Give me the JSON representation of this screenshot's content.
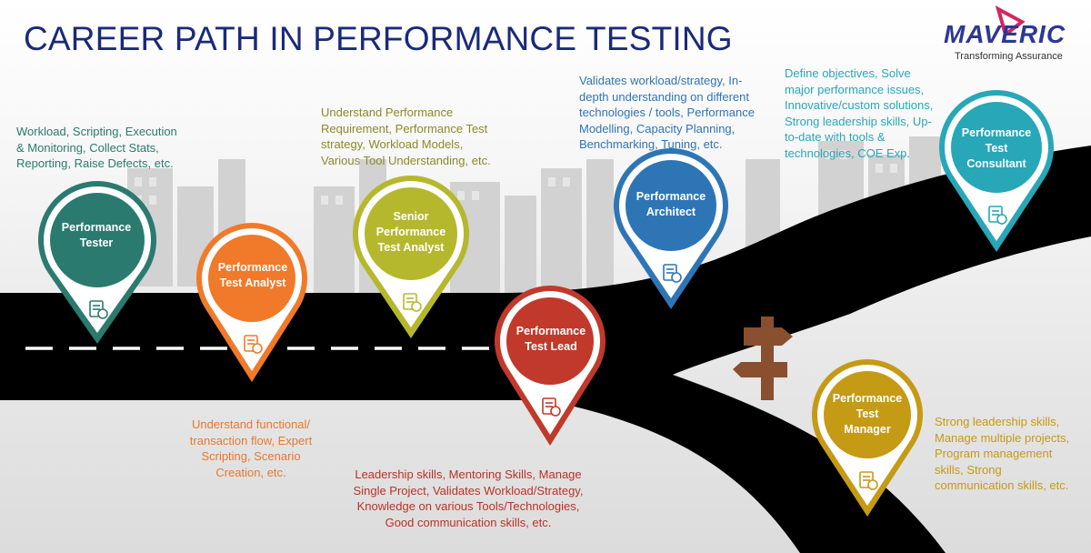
{
  "title": "CAREER PATH IN PERFORMANCE TESTING",
  "logo": {
    "name": "MAVERIC",
    "tagline": "Transforming Assurance",
    "color": "#2c3892",
    "accent": "#d6245f"
  },
  "stages": [
    {
      "role": "Performance\nTester",
      "color": "#2b7a6f",
      "icon": "clipboard-clock-icon",
      "description": "Workload, Scripting, Execution\n& Monitoring, Collect Stats,\nReporting, Raise Defects, etc."
    },
    {
      "role": "Performance\nTest Analyst",
      "color": "#f07a2a",
      "icon": "gears-magnifier-icon",
      "description": "Understand functional/\ntransaction flow, Expert\nScripting, Scenario\nCreation, etc."
    },
    {
      "role": "Senior\nPerformance\nTest Analyst",
      "color": "#b5b82c",
      "icon": "document-search-icon",
      "description": "Understand Performance\nRequirement, Performance Test\nstrategy, Workload Models,\nVarious Tool Understanding, etc."
    },
    {
      "role": "Performance\nTest Lead",
      "color": "#c0392b",
      "icon": "team-icon",
      "description": "Leadership skills, Mentoring Skills, Manage\nSingle Project, Validates Workload/Strategy,\nKnowledge on various Tools/Technologies,\nGood communication skills, etc."
    },
    {
      "role": "Performance\nArchitect",
      "color": "#2e75b6",
      "icon": "lightbulb-tools-icon",
      "description": "Validates workload/strategy, In-\ndepth understanding on different\ntechnologies / tools, Performance\nModelling, Capacity Planning,\nBenchmarking, Tuning, etc."
    },
    {
      "role": "Performance\nTest\nConsultant",
      "color": "#27a7b8",
      "icon": "person-idea-icon",
      "description": "Define objectives, Solve\nmajor performance issues,\nInnovative/custom solutions,\nStrong leadership skills, Up-\nto-date with tools  &\ntechnologies, COE Exp."
    },
    {
      "role": "Performance\nTest\nManager",
      "color": "#c59a14",
      "icon": "org-chart-icon",
      "description": "Strong leadership skills,\nManage multiple projects,\nProgram management\nskills, Strong\ncommunication skills, etc."
    }
  ]
}
